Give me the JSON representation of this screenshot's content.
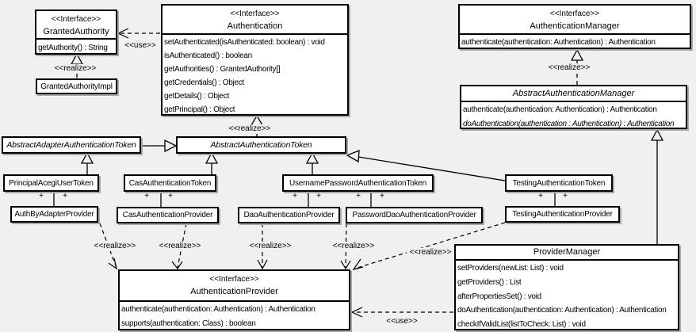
{
  "diagram": {
    "background_color": "#f0f0f0",
    "box_fill_color": "#ffffff",
    "line_color": "#000000",
    "shadow_color": "#a8a8a8"
  },
  "labels": {
    "interface_stereotype": "<<Interface>>",
    "realize": "<<realize>>",
    "use": "<<use>>",
    "plus": "+"
  },
  "classes": {
    "granted_authority": {
      "stereotype": "<<Interface>>",
      "name": "GrantedAuthority",
      "methods": [
        "getAuthority() : String"
      ]
    },
    "granted_authority_impl": {
      "name": "GrantedAuthorityImpl"
    },
    "authentication": {
      "stereotype": "<<Interface>>",
      "name": "Authentication",
      "methods": [
        "setAuthenticated(isAuthenticated: boolean) : void",
        "isAuthenticated() : boolean",
        "getAuthorities() : GrantedAuthority[]",
        "getCredentials() : Object",
        "getDetails() : Object",
        "getPrincipal() : Object"
      ]
    },
    "authentication_manager": {
      "stereotype": "<<Interface>>",
      "name": "AuthenticationManager",
      "methods": [
        "authenticate(authentication: Authentication) : Authentication"
      ]
    },
    "abstract_authentication_manager": {
      "name": "AbstractAuthenticationManager",
      "methods": [
        "authenticate(authentication: Authentication) : Authentication",
        "doAuthentication(authentication : Authentication) : Authentication"
      ]
    },
    "abstract_adapter_authentication_token": {
      "name": "AbstractAdapterAuthenticationToken"
    },
    "abstract_authentication_token": {
      "name": "AbstractAuthenticationToken"
    },
    "principal_acegi_user_token": {
      "name": "PrincipalAcegiUserToken"
    },
    "cas_authentication_token": {
      "name": "CasAuthenticationToken"
    },
    "username_password_authentication_token": {
      "name": "UsernamePasswordAuthenticationToken"
    },
    "testing_authentication_token": {
      "name": "TestingAuthenticationToken"
    },
    "auth_by_adapter_provider": {
      "name": "AuthByAdapterProvider"
    },
    "cas_authentication_provider": {
      "name": "CasAuthenticationProvider"
    },
    "dao_authentication_provider": {
      "name": "DaoAuthenticationProvider"
    },
    "password_dao_authentication_provider": {
      "name": "PasswordDaoAuthenticationProvider"
    },
    "testing_authentication_provider": {
      "name": "TestingAuthenticationProvider"
    },
    "authentication_provider": {
      "stereotype": "<<Interface>>",
      "name": "AuthenticationProvider",
      "methods": [
        "authenticate(authentication: Authentication) : Authentication",
        "supports(authentication: Class) : boolean"
      ]
    },
    "provider_manager": {
      "name": "ProviderManager",
      "methods": [
        "setProviders(newList: List) : void",
        "getProviders() : List",
        "afterPropertiesSet() : void",
        "doAuthentication(authentication: Authentication) : Authentication",
        "checkIfValidList(listToCheck: List) : void"
      ]
    }
  }
}
